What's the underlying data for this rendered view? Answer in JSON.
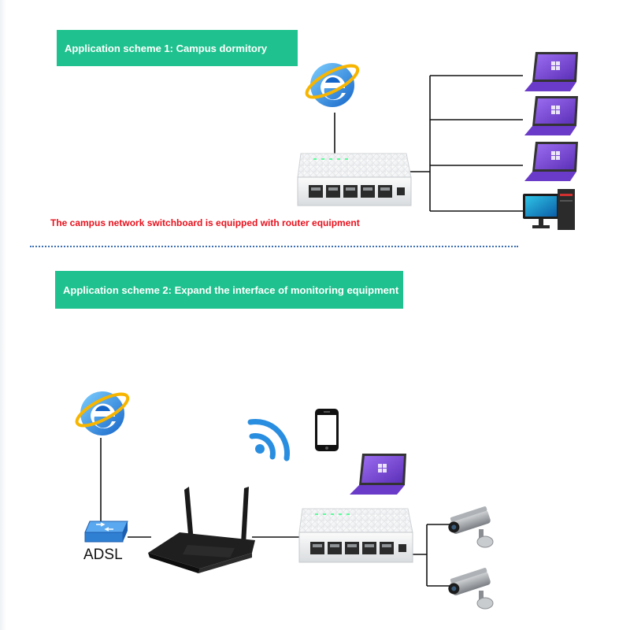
{
  "scheme1": {
    "title": "Application scheme 1: Campus dormitory",
    "note": "The campus network switchboard is equipped with router equipment"
  },
  "scheme2": {
    "title": "Application scheme 2: Expand the interface of monitoring equipment",
    "adsl_label": "ADSL"
  },
  "colors": {
    "banner": "#1fc28e",
    "note": "#e8111d",
    "divider": "#3d6fb0",
    "ie_blue": "#1a73d9",
    "ie_ring": "#f7b500",
    "tablet_screen": "#7a45d6",
    "tablet_keyboard": "#6a3bc8",
    "wifi": "#2a8ee0",
    "adsl_device": "#2f7fd2"
  },
  "icons": {
    "internet": "internet-explorer-icon",
    "switch": "ethernet-switch-icon",
    "laptop": "surface-tablet-icon",
    "desktop": "desktop-computer-icon",
    "router": "wifi-router-icon",
    "wifi": "wifi-signal-icon",
    "phone": "smartphone-icon",
    "camera": "security-camera-icon",
    "adsl": "adsl-modem-icon"
  }
}
